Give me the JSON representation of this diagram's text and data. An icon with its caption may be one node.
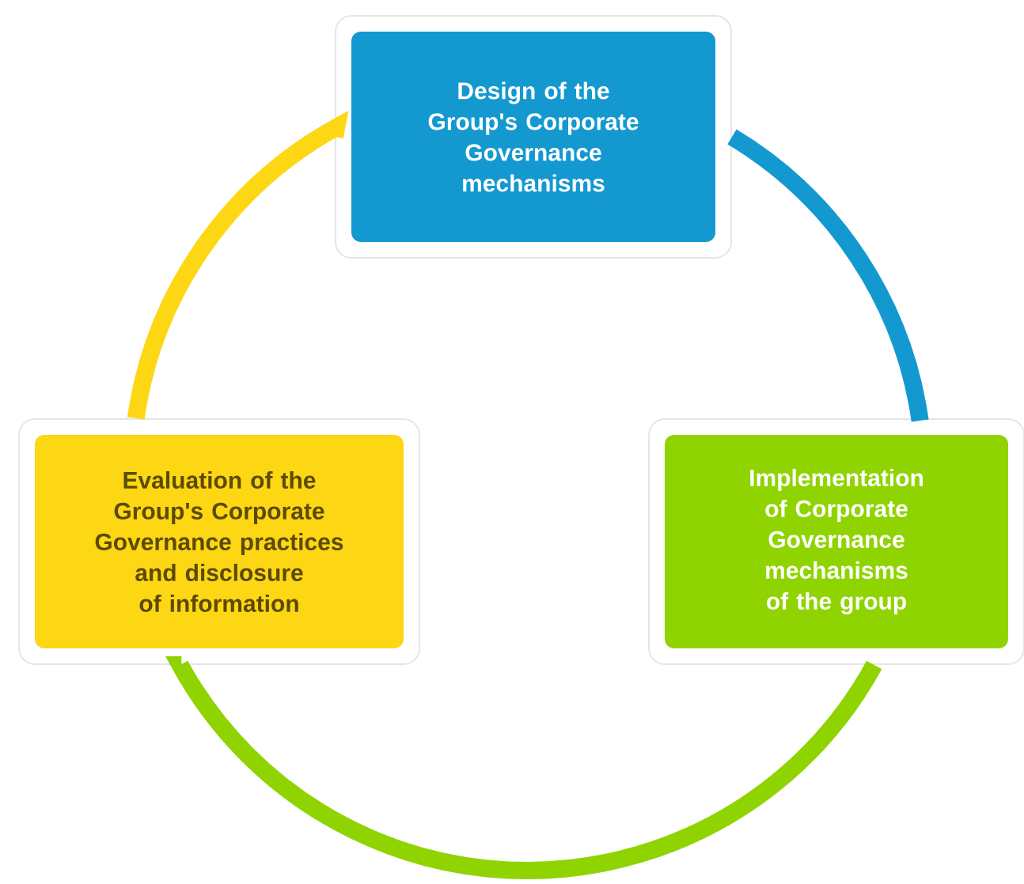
{
  "diagram": {
    "nodes": [
      {
        "text": [
          "Design of the Group's Corporate Governance mechanisms"
        ]
      },
      {
        "text": [
          "Implementation of Corporate Governance mechanisms of the group"
        ]
      },
      {
        "text": [
          "Evaluation of the Group's Corporate Governance practices and disclosure of information"
        ]
      }
    ],
    "edges": [
      {
        "from": 0,
        "to": 1,
        "arrow": "none",
        "color": "#1399d0"
      },
      {
        "from": 1,
        "to": 2,
        "arrow": "none",
        "color": "#8fd400"
      },
      {
        "from": 2,
        "to": 0,
        "arrow": "none",
        "color": "#fdd714"
      }
    ]
  }
}
